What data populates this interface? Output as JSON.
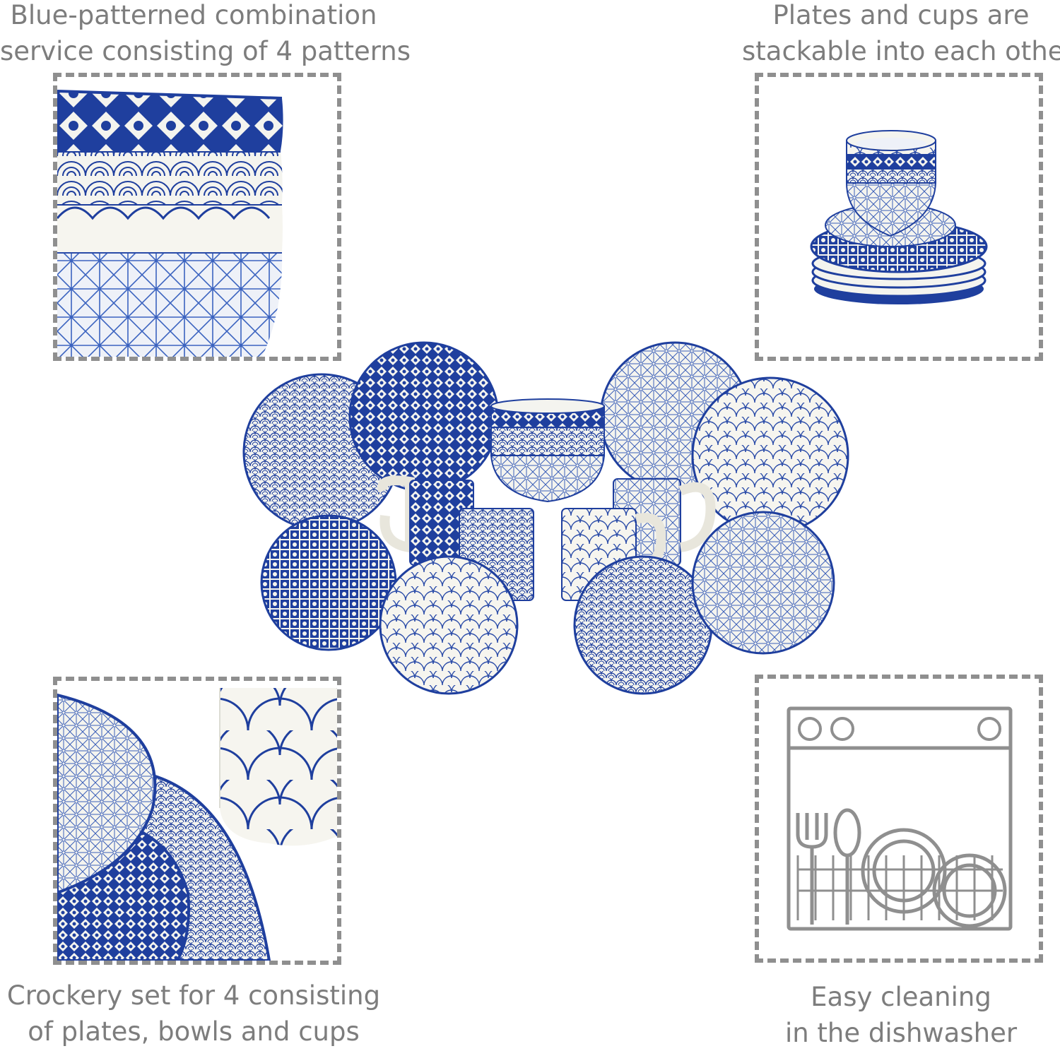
{
  "captions": {
    "top_left": [
      "Blue-patterned combination",
      "service consisting of 4 patterns"
    ],
    "top_right": [
      "Plates and cups are",
      "stackable into each other"
    ],
    "bottom_left": [
      "Crockery set for 4 consisting",
      "of plates, bowls and cups"
    ],
    "bottom_right": [
      "Easy cleaning",
      "in the dishwasher"
    ]
  },
  "colors": {
    "pattern_blue": "#1f3f9e",
    "light_blue": "#4a74c9",
    "frame_gray": "#8f8f8f",
    "text_gray": "#7d7d7d",
    "porcelain": "#f4f4ef"
  },
  "icons": {
    "dishwasher": "dishwasher-icon"
  }
}
